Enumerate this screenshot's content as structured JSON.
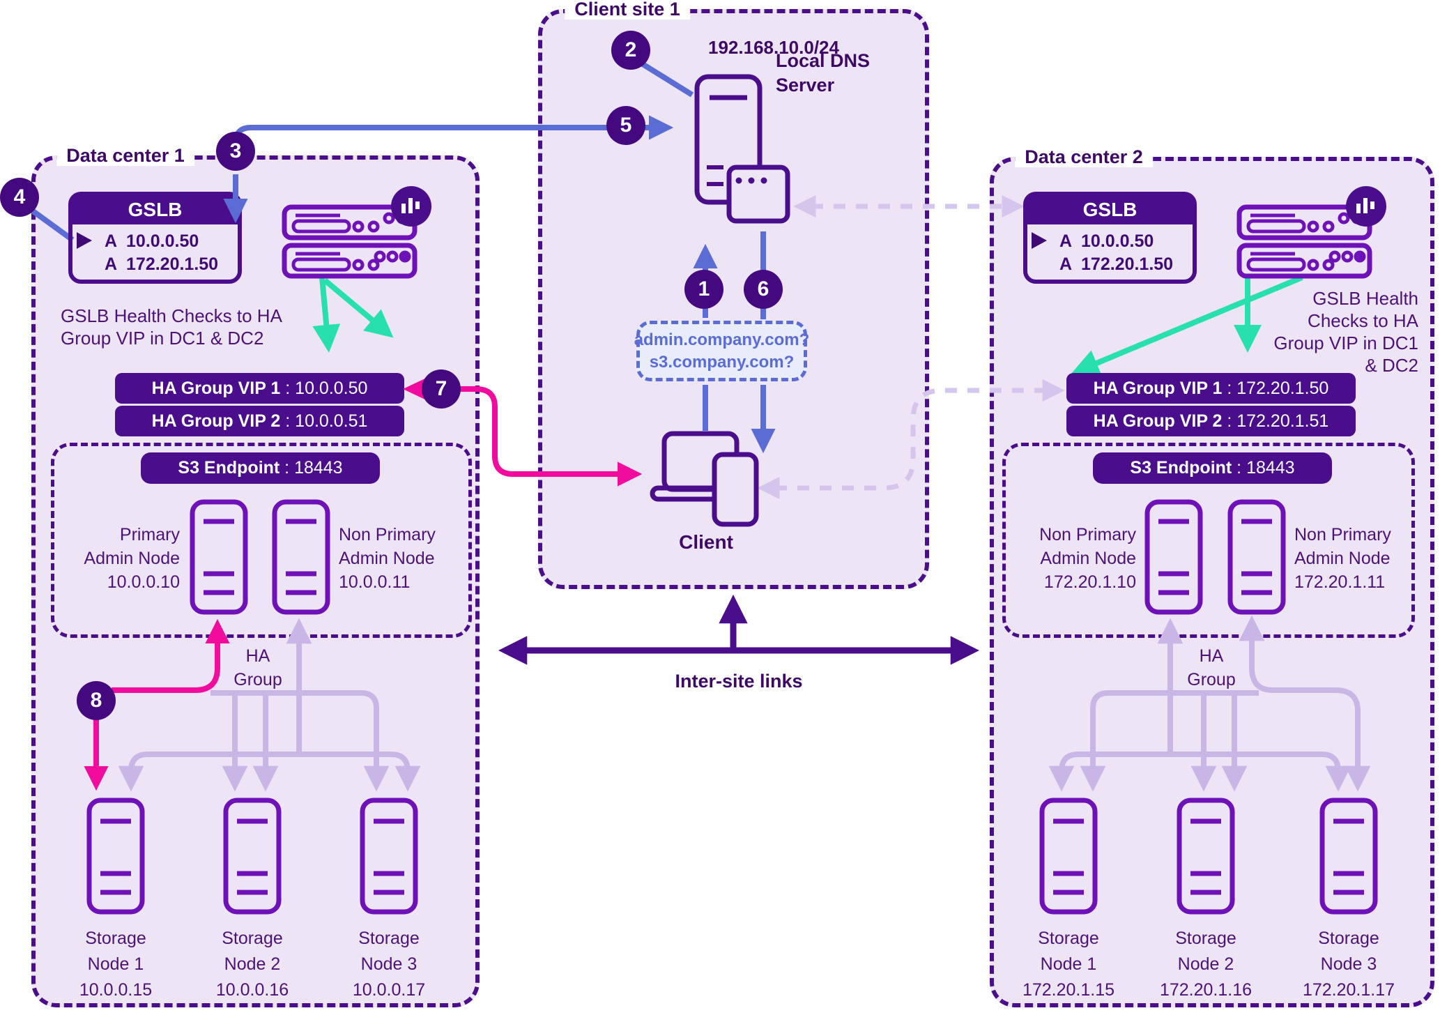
{
  "colors": {
    "accent_dark_purple": "#4a0e8c",
    "panel_fill": "#ede5f6",
    "icon_purple": "#6f11b8",
    "text_purple": "#4c1277",
    "blue": "#5b6cd4",
    "teal": "#28e0ae",
    "pink": "#f20c9e",
    "light_arrow": "#c9b6e6",
    "dashed_arrow": "#d5c5ec",
    "query_fill": "#e9ecfb"
  },
  "steps": [
    "1",
    "2",
    "3",
    "4",
    "5",
    "6",
    "7",
    "8"
  ],
  "client_site": {
    "title": "Client site 1",
    "subnet": "192.168.10.0/24",
    "dns_label": [
      "Local DNS",
      "Server"
    ],
    "query_box": [
      "admin.company.com?",
      "s3.company.com?"
    ],
    "client_label": "Client"
  },
  "inter_site": {
    "label": "Inter-site links"
  },
  "dc1": {
    "title": "Data center 1",
    "gslb_title": "GSLB",
    "gslb_records": [
      "A  10.0.0.50",
      "A  172.20.1.50"
    ],
    "health_note": [
      "GSLB Health Checks to HA",
      "Group VIP in DC1 & DC2"
    ],
    "vip1": {
      "name": "HA Group VIP 1",
      "value": " : 10.0.0.50"
    },
    "vip2": {
      "name": "HA Group VIP 2",
      "value": " : 10.0.0.51"
    },
    "s3": {
      "name": "S3 Endpoint",
      "value": " : 18443"
    },
    "admin_left": [
      "Primary",
      "Admin Node",
      "10.0.0.10"
    ],
    "admin_right": [
      "Non Primary",
      "Admin Node",
      "10.0.0.11"
    ],
    "ha_group": [
      "HA",
      "Group"
    ],
    "storage1": [
      "Storage",
      "Node 1",
      "10.0.0.15"
    ],
    "storage2": [
      "Storage",
      "Node 2",
      "10.0.0.16"
    ],
    "storage3": [
      "Storage",
      "Node 3",
      "10.0.0.17"
    ]
  },
  "dc2": {
    "title": "Data center 2",
    "gslb_title": "GSLB",
    "gslb_records": [
      "A  10.0.0.50",
      "A  172.20.1.50"
    ],
    "health_note": [
      "GSLB Health",
      "Checks to HA",
      "Group VIP in DC1",
      "& DC2"
    ],
    "vip1": {
      "name": "HA Group VIP 1",
      "value": " : 172.20.1.50"
    },
    "vip2": {
      "name": "HA Group VIP 2",
      "value": " : 172.20.1.51"
    },
    "s3": {
      "name": "S3 Endpoint",
      "value": " : 18443"
    },
    "admin_left": [
      "Non Primary",
      "Admin Node",
      "172.20.1.10"
    ],
    "admin_right": [
      "Non Primary",
      "Admin Node",
      "172.20.1.11"
    ],
    "ha_group": [
      "HA",
      "Group"
    ],
    "storage1": [
      "Storage",
      "Node 1",
      "172.20.1.15"
    ],
    "storage2": [
      "Storage",
      "Node 2",
      "172.20.1.16"
    ],
    "storage3": [
      "Storage",
      "Node 3",
      "172.20.1.17"
    ]
  }
}
